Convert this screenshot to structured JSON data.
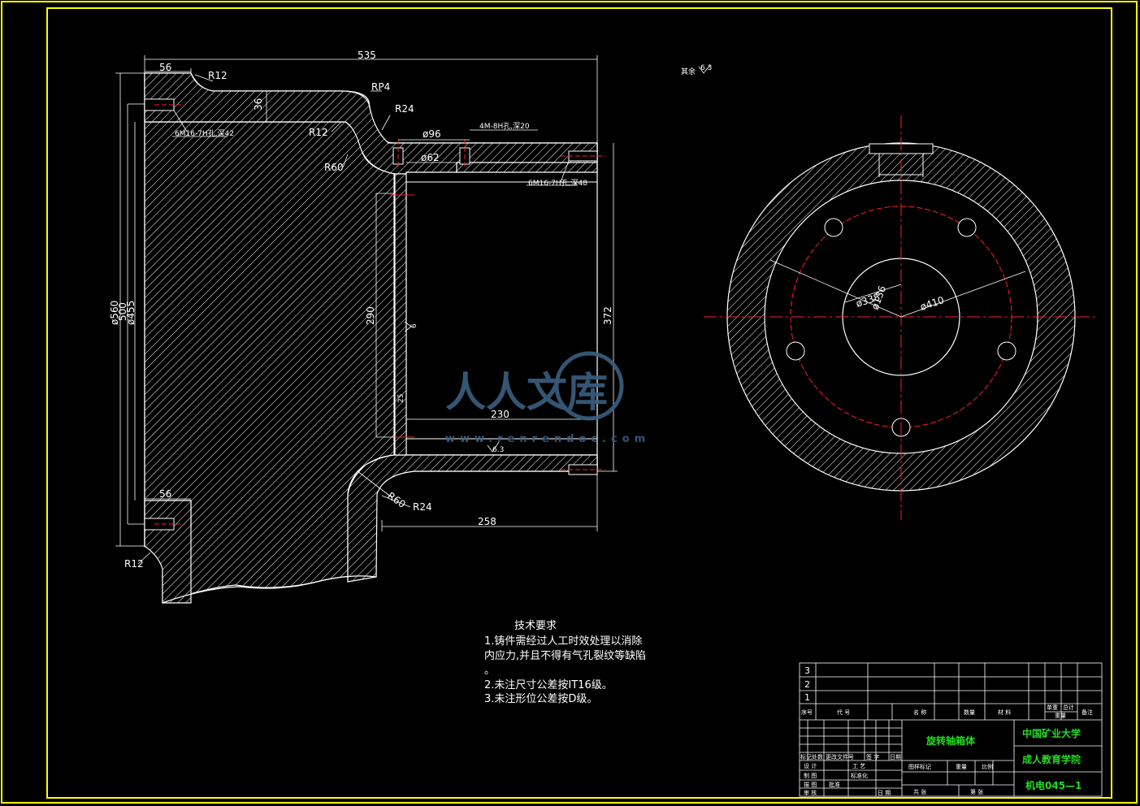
{
  "drawing": {
    "roughness_note": "其余",
    "roughness_value": "6.3",
    "side_view_dims": {
      "overall_length": "535",
      "left_flange_width_top": "56",
      "left_flange_width_bottom": "56",
      "flange_thickness": "36",
      "r_top_outer": "R12",
      "r_top_inner": "R12",
      "rp4": "RP4",
      "r24_top": "R24",
      "r60_top": "R60",
      "d96": "ø96",
      "d62": "ø62",
      "hole_4m8": "4M-8H孔,深20",
      "thread_top_left": "6M16-7H孔,深42",
      "thread_right": "6M16-7H孔,深48",
      "od560": "ø560",
      "d500": "500",
      "d455": "ø455",
      "h290": "290",
      "h372": "372",
      "w230": "230",
      "w258": "258",
      "r60_bottom": "R60",
      "r24_bottom": "R24",
      "r12_bottom": "R12",
      "wall_6": "6",
      "wall_25": "25",
      "rough_inner": "6.3"
    },
    "front_view_dims": {
      "d338": "ø338",
      "d136": "ø136",
      "d410": "ø410"
    }
  },
  "tech_requirements": {
    "title": "技术要求",
    "line1": "1.铸件需经过人工时效处理以消除",
    "line2": "内应力,并且不得有气孔裂纹等缺陷",
    "line3": "。",
    "line4": "2.未注尺寸公差按IT16级。",
    "line5": "3.未注形位公差按D级。"
  },
  "title_block": {
    "row3": "3",
    "row2": "2",
    "row1": "1",
    "hdr_seq": "序号",
    "hdr_code": "代 号",
    "hdr_name": "名 称",
    "hdr_qty": "数量",
    "hdr_material": "材 料",
    "hdr_unit_weight": "单重",
    "hdr_total": "总计",
    "hdr_weight": "重量",
    "hdr_remark": "备注",
    "part_name": "旋转轴箱体",
    "school": "中国矿业大学",
    "college": "成人教育学院",
    "drawing_no": "机电045—1",
    "label_marks": "标记处数",
    "label_change_doc": "更改文件号",
    "label_sign": "签 字",
    "label_date": "日期",
    "label_design": "设 计",
    "label_draw": "制 图",
    "label_desc": "描 图",
    "label_check": "审 核",
    "label_craft": "工 艺",
    "label_std": "标准化",
    "label_approve": "批准",
    "label_date2": "日 期",
    "label_stage": "图样标记",
    "label_weight2": "重量",
    "label_scale": "比例",
    "label_total_sheets": "共 张",
    "label_sheet": "第 张"
  },
  "watermark": {
    "text": "人人文库",
    "url": "www.renrendoc.com"
  },
  "colors": {
    "frame": "#ffff00",
    "lines": "#ffffff",
    "center": "#ff2020",
    "titleblock_text": "#22dd22"
  }
}
